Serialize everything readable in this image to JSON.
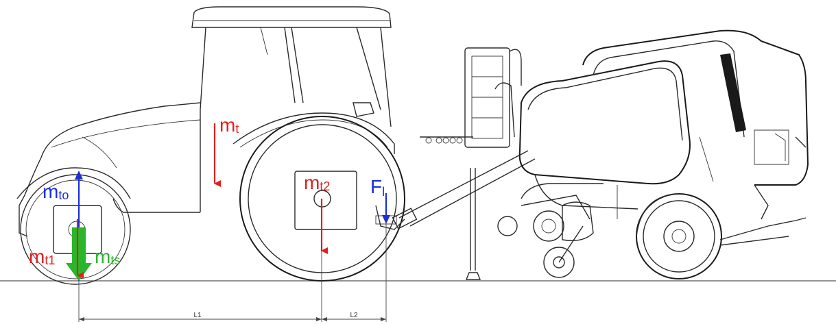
{
  "labels": {
    "mt": {
      "main": "m",
      "sub": "t"
    },
    "mt2": {
      "main": "m",
      "sub": "t2"
    },
    "mto": {
      "main": "m",
      "sub": "to"
    },
    "mt1": {
      "main": "m",
      "sub": "t1"
    },
    "mts": {
      "main": "m",
      "sub": "ts"
    },
    "F": {
      "main": "F",
      "sub": "l"
    }
  },
  "dimensions": {
    "L1": "L1",
    "L2": "L2"
  },
  "colors": {
    "red": "#e0201c",
    "blue": "#1a2fd9",
    "green": "#2bb52b",
    "line": "#2a2a2a"
  }
}
